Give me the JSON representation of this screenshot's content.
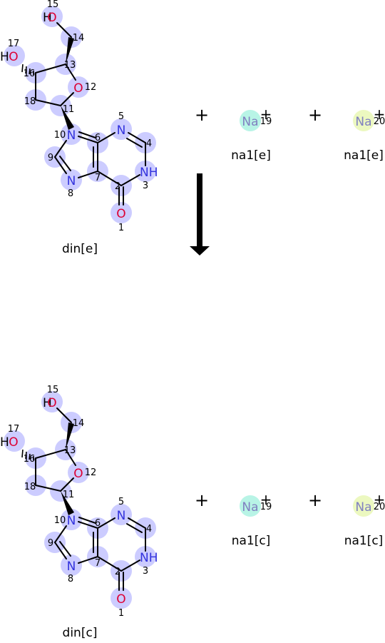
{
  "colors": {
    "highlight": "#ccccff",
    "nitrogen": "#3333dd",
    "oxygen": "#dd0033",
    "sodium": "#8080c0",
    "sodium_19_bg": "#b8f4e6",
    "sodium_20_bg": "#ecf8c0",
    "bond": "#000000"
  },
  "operators": {
    "plus": "+",
    "charge": "+"
  },
  "reaction": {
    "reactants": {
      "molecule_label": "din[e]",
      "ion_a": {
        "symbol": "Na",
        "index": "19",
        "label": "na1[e]"
      },
      "ion_b": {
        "symbol": "Na",
        "index": "20",
        "label": "na1[e]"
      }
    },
    "arrow": "reaction-arrow-down",
    "products": {
      "molecule_label": "din[c]",
      "ion_a": {
        "symbol": "Na",
        "index": "19",
        "label": "na1[c]"
      },
      "ion_b": {
        "symbol": "Na",
        "index": "20",
        "label": "na1[c]"
      }
    }
  },
  "molecule": {
    "atom_numbers": [
      "1",
      "2",
      "3",
      "4",
      "5",
      "6",
      "7",
      "8",
      "9",
      "10",
      "11",
      "12",
      "13",
      "14",
      "15",
      "16",
      "17",
      "18"
    ],
    "atom_symbols": {
      "O1": "O",
      "N3": "NH",
      "N5": "N",
      "N8": "N",
      "N10": "N",
      "O12": "O",
      "O15": "O",
      "H15": "H",
      "O17": "O",
      "H17": "H"
    }
  }
}
